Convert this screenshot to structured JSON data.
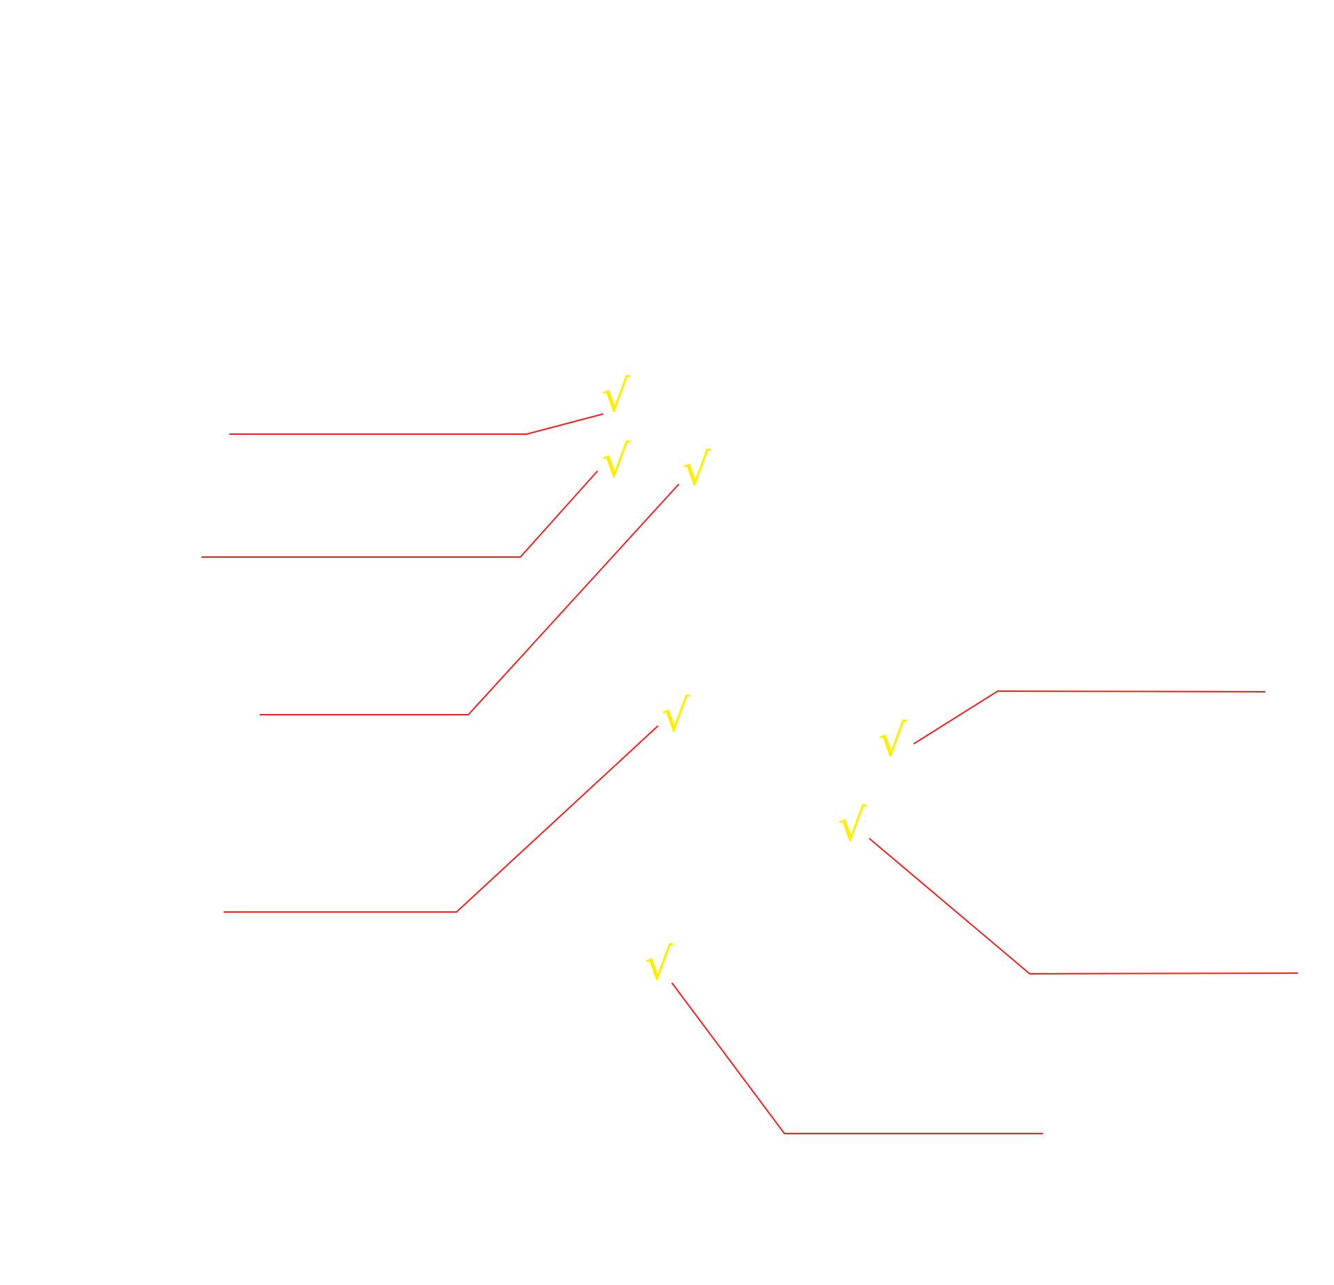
{
  "colors": {
    "background": "#ffffff",
    "leader_line": "#ff1a1a",
    "check_mark": "#ffee00"
  },
  "icon": "check-mark-icon",
  "annotations": [
    {
      "id": "1",
      "mark": "√"
    },
    {
      "id": "2",
      "mark": "√"
    },
    {
      "id": "3",
      "mark": "√"
    },
    {
      "id": "4",
      "mark": "√"
    },
    {
      "id": "5",
      "mark": "√"
    },
    {
      "id": "6",
      "mark": "√"
    },
    {
      "id": "7",
      "mark": "√"
    }
  ]
}
